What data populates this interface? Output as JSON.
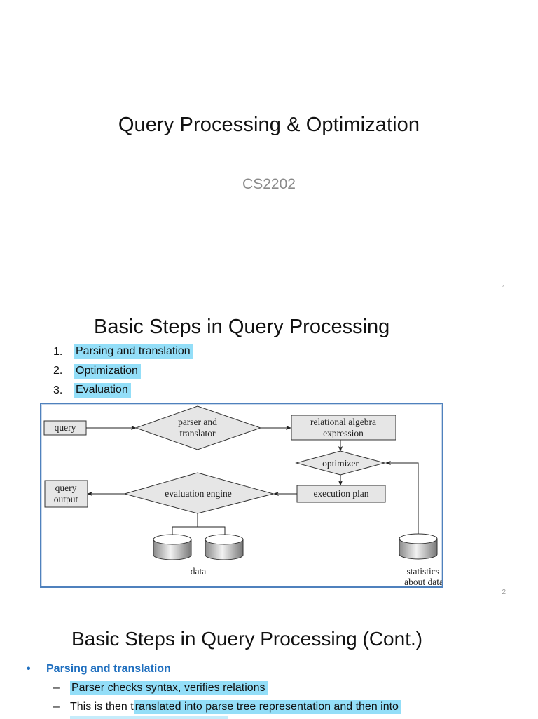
{
  "slides": {
    "s1": {
      "title": "Query Processing & Optimization",
      "subtitle": "CS2202",
      "page_number": "1"
    },
    "s2": {
      "title": "Basic Steps in Query Processing",
      "steps": [
        {
          "num": "1.",
          "label": "Parsing and translation"
        },
        {
          "num": "2.",
          "label": "Optimization"
        },
        {
          "num": "3.",
          "label": "Evaluation"
        }
      ],
      "diagram": {
        "query": "query",
        "parser_line1": "parser and",
        "parser_line2": "translator",
        "relalg_line1": "relational algebra",
        "relalg_line2": "expression",
        "optimizer": "optimizer",
        "execution_plan": "execution plan",
        "evaluation_engine": "evaluation engine",
        "output_line1": "query",
        "output_line2": "output",
        "data": "data",
        "stats_line1": "statistics",
        "stats_line2": "about data"
      },
      "page_number": "2"
    },
    "s3": {
      "title": "Basic Steps in Query Processing (Cont.)",
      "bullet_marker": "•",
      "bullet": "Parsing and translation",
      "dash": "–",
      "sub1": "Parser checks syntax, verifies relations",
      "sub2_plain": "This is then t",
      "sub2_highlighted": "ranslated into parse tree representation and then into"
    }
  },
  "colors": {
    "highlight": "#93def8",
    "bullet_blue": "#1f6fbf",
    "frame_blue": "#4f81bd"
  }
}
